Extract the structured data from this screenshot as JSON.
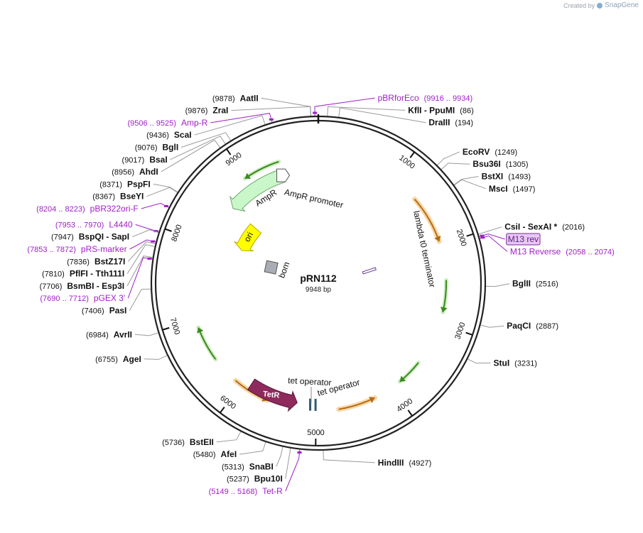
{
  "credit": {
    "prefix": "Created by",
    "brand": "SnapGene"
  },
  "plasmid": {
    "name": "pRN112",
    "size_label": "9948 bp",
    "length": 9948
  },
  "colors": {
    "backbone": "#222222",
    "site_line": "#9a9a9a",
    "primer": "#a020c8",
    "amp": "#c9f7c9",
    "ori": "#ffff00",
    "tetr": "#8e2a5c",
    "operator": "#2e5a6a",
    "orf_green": "#3a8a1e",
    "orf_orange": "#b86a10",
    "orf_halo": "#f6d8a8"
  },
  "ticks": [
    {
      "bp": 1000,
      "label": "1000"
    },
    {
      "bp": 2000,
      "label": "2000"
    },
    {
      "bp": 3000,
      "label": "3000"
    },
    {
      "bp": 4000,
      "label": "4000"
    },
    {
      "bp": 5000,
      "label": "5000"
    },
    {
      "bp": 6000,
      "label": "6000"
    },
    {
      "bp": 7000,
      "label": "7000"
    },
    {
      "bp": 8000,
      "label": "8000"
    },
    {
      "bp": 9000,
      "label": "9000"
    }
  ],
  "sites": [
    {
      "bp": 9878,
      "name": "AatII",
      "pos": "(9878)",
      "side": "left",
      "color": "black"
    },
    {
      "bp": 9876,
      "name": "ZraI",
      "pos": "(9876)",
      "side": "left",
      "color": "black"
    },
    {
      "bp": 9916,
      "name": "pBRforEco",
      "pos": "(9916 .. 9934)",
      "side": "right",
      "color": "primer"
    },
    {
      "bp": 86,
      "name": "KflI - PpuMI",
      "pos": "(86)",
      "side": "right",
      "color": "black"
    },
    {
      "bp": 194,
      "name": "DraIII",
      "pos": "(194)",
      "side": "right",
      "color": "black"
    },
    {
      "bp": 9506,
      "name": "Amp-R",
      "pos": "(9506 .. 9525)",
      "side": "left",
      "color": "primer"
    },
    {
      "bp": 9436,
      "name": "ScaI",
      "pos": "(9436)",
      "side": "left",
      "color": "black"
    },
    {
      "bp": 9076,
      "name": "BglI",
      "pos": "(9076)",
      "side": "left",
      "color": "black"
    },
    {
      "bp": 9017,
      "name": "BsaI",
      "pos": "(9017)",
      "side": "left",
      "color": "black"
    },
    {
      "bp": 8956,
      "name": "AhdI",
      "pos": "(8956)",
      "side": "left",
      "color": "black"
    },
    {
      "bp": 8371,
      "name": "PspFI",
      "pos": "(8371)",
      "side": "left",
      "color": "black"
    },
    {
      "bp": 8367,
      "name": "BseYI",
      "pos": "(8367)",
      "side": "left",
      "color": "black"
    },
    {
      "bp": 8204,
      "name": "pBR322ori-F",
      "pos": "(8204 .. 8223)",
      "side": "left",
      "color": "primer"
    },
    {
      "bp": 7953,
      "name": "L4440",
      "pos": "(7953 .. 7970)",
      "side": "left",
      "color": "primer"
    },
    {
      "bp": 7947,
      "name": "BspQI - SapI",
      "pos": "(7947)",
      "side": "left",
      "color": "black"
    },
    {
      "bp": 7853,
      "name": "pRS-marker",
      "pos": "(7853 .. 7872)",
      "side": "left",
      "color": "primer"
    },
    {
      "bp": 7836,
      "name": "BstZ17I",
      "pos": "(7836)",
      "side": "left",
      "color": "black"
    },
    {
      "bp": 7810,
      "name": "PflFI - Tth111I",
      "pos": "(7810)",
      "side": "left",
      "color": "black"
    },
    {
      "bp": 7690,
      "name": "pGEX 3'",
      "pos": "(7690 .. 7712)",
      "side": "left",
      "color": "primer"
    },
    {
      "bp": 7706,
      "name": "BsmBI - Esp3I",
      "pos": "(7706)",
      "side": "left",
      "color": "black"
    },
    {
      "bp": 7406,
      "name": "PasI",
      "pos": "(7406)",
      "side": "left",
      "color": "black"
    },
    {
      "bp": 6984,
      "name": "AvrII",
      "pos": "(6984)",
      "side": "left",
      "color": "black"
    },
    {
      "bp": 6755,
      "name": "AgeI",
      "pos": "(6755)",
      "side": "left",
      "color": "black"
    },
    {
      "bp": 5736,
      "name": "BstEII",
      "pos": "(5736)",
      "side": "left",
      "color": "black"
    },
    {
      "bp": 5480,
      "name": "AfeI",
      "pos": "(5480)",
      "side": "left",
      "color": "black"
    },
    {
      "bp": 5313,
      "name": "SnaBI",
      "pos": "(5313)",
      "side": "left",
      "color": "black"
    },
    {
      "bp": 5237,
      "name": "Bpu10I",
      "pos": "(5237)",
      "side": "left",
      "color": "black"
    },
    {
      "bp": 5149,
      "name": "Tet-R",
      "pos": "(5149 .. 5168)",
      "side": "left",
      "color": "primer"
    },
    {
      "bp": 4927,
      "name": "HindIII",
      "pos": "(4927)",
      "side": "right",
      "color": "black"
    },
    {
      "bp": 1249,
      "name": "EcoRV",
      "pos": "(1249)",
      "side": "right",
      "color": "black"
    },
    {
      "bp": 1305,
      "name": "Bsu36I",
      "pos": "(1305)",
      "side": "right",
      "color": "black"
    },
    {
      "bp": 1493,
      "name": "BstXI",
      "pos": "(1493)",
      "side": "right",
      "color": "black"
    },
    {
      "bp": 1497,
      "name": "MscI",
      "pos": "(1497)",
      "side": "right",
      "color": "black"
    },
    {
      "bp": 2016,
      "name": "CsiI - SexAI *",
      "pos": "(2016)",
      "side": "right",
      "color": "black"
    },
    {
      "bp": 2040,
      "name": "M13 rev",
      "pos": "",
      "side": "right",
      "color": "primer",
      "boxed": true
    },
    {
      "bp": 2058,
      "name": "M13 Reverse",
      "pos": "(2058 .. 2074)",
      "side": "right",
      "color": "primer"
    },
    {
      "bp": 2516,
      "name": "BglII",
      "pos": "(2516)",
      "side": "right",
      "color": "black"
    },
    {
      "bp": 2887,
      "name": "PaqCI",
      "pos": "(2887)",
      "side": "right",
      "color": "black"
    },
    {
      "bp": 3231,
      "name": "StuI",
      "pos": "(3231)",
      "side": "right",
      "color": "black"
    }
  ],
  "features": [
    {
      "name": "AmpR",
      "label": "AmpR",
      "type": "amp",
      "start": 8600,
      "end": 9440,
      "strand": -1
    },
    {
      "name": "AmpR promoter",
      "label": "AmpR promoter",
      "type": "promoter",
      "start": 9440,
      "end": 9545,
      "strand": -1
    },
    {
      "name": "ori",
      "label": "ori",
      "type": "ori",
      "start": 8100,
      "end": 8600,
      "strand": -1
    },
    {
      "name": "bom",
      "label": "bom",
      "type": "misc",
      "bp": 7975
    },
    {
      "name": "lambda t0 terminator",
      "label": "lambda t0 terminator",
      "type": "terminator",
      "bp": 2060
    },
    {
      "name": "TetR",
      "label": "TetR",
      "type": "tetr",
      "start": 5250,
      "end": 5900,
      "strand": -1
    },
    {
      "name": "tet operator",
      "label": "tet operator",
      "type": "operator",
      "bp": 5080
    },
    {
      "name": "tet operator",
      "label": "tet operator",
      "type": "operator",
      "bp": 5010
    }
  ],
  "orfs": [
    {
      "start": 8980,
      "end": 9450,
      "strand": -1,
      "color": "green"
    },
    {
      "start": 1350,
      "end": 1960,
      "strand": 1,
      "color": "orange"
    },
    {
      "start": 2450,
      "end": 2850,
      "strand": 1,
      "color": "green"
    },
    {
      "start": 3550,
      "end": 3880,
      "strand": 1,
      "color": "green"
    },
    {
      "start": 4250,
      "end": 4720,
      "strand": -1,
      "color": "orange"
    },
    {
      "start": 5620,
      "end": 6090,
      "strand": -1,
      "color": "orange"
    },
    {
      "start": 6450,
      "end": 6900,
      "strand": 1,
      "color": "green"
    }
  ]
}
